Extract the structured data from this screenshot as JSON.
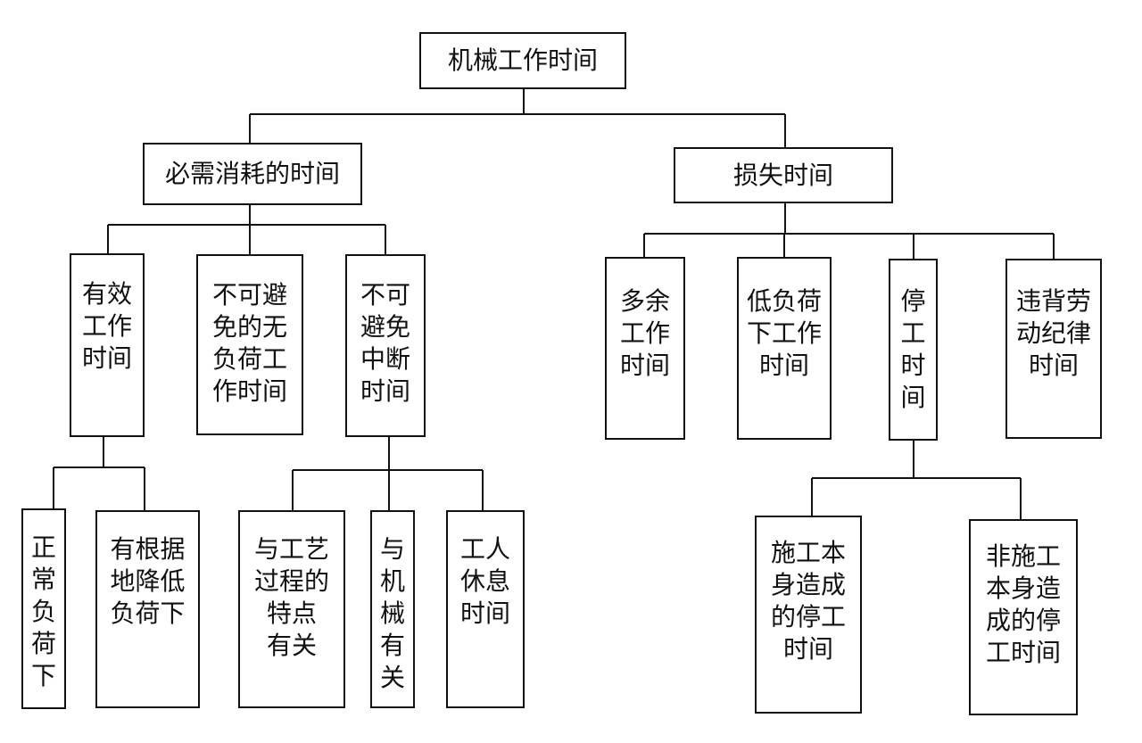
{
  "diagram": {
    "root": {
      "label": "机械工作时间"
    },
    "necessary": {
      "label": "必需消耗的时间"
    },
    "loss": {
      "label": "损失时间"
    },
    "effective": {
      "label": "有效\n工作\n时间"
    },
    "unavoidable_noload": {
      "label": "不可避\n免的无\n负荷工\n作时间"
    },
    "unavoidable_interrupt": {
      "label": "不可\n避免\n中断\n时间"
    },
    "excess": {
      "label": "多余\n工作\n时间"
    },
    "lowload": {
      "label": "低负荷\n下工作\n时间"
    },
    "stoppage": {
      "label": "停\n工\n时\n间"
    },
    "discipline": {
      "label": "违背劳\n动纪律\n时间"
    },
    "normal_load": {
      "label": "正\n常\n负\n荷\n下"
    },
    "reduced_load": {
      "label": "有根据\n地降低\n负荷下"
    },
    "process_related": {
      "label": "与工艺\n过程的\n特点\n有关"
    },
    "machine_related": {
      "label": "与\n机\n械\n有\n关"
    },
    "worker_rest": {
      "label": "工人\n休息\n时间"
    },
    "construction_caused": {
      "label": "施工本\n身造成\n的停工\n时间"
    },
    "nonconstruction_caused": {
      "label": "非施工\n本身造\n成的停\n工时间"
    }
  }
}
